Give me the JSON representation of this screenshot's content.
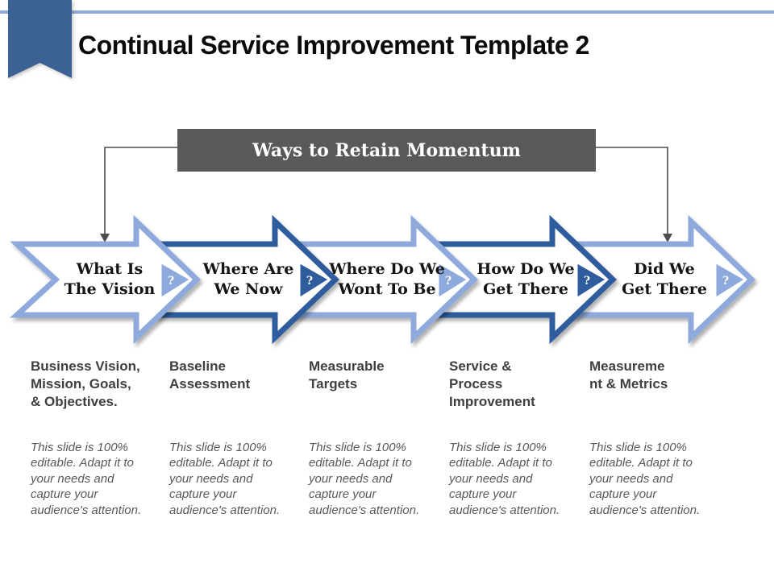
{
  "page": {
    "title": "Continual Service Improvement Template 2",
    "banner_label": "Ways to Retain Momentum"
  },
  "arrows": [
    {
      "label_line1": "What Is",
      "label_line2": "The Vision",
      "question_mark": "?"
    },
    {
      "label_line1": "Where Are",
      "label_line2": "We Now",
      "question_mark": "?"
    },
    {
      "label_line1": "Where Do We",
      "label_line2": "Wont To Be",
      "question_mark": "?"
    },
    {
      "label_line1": "How Do We",
      "label_line2": "Get There",
      "question_mark": "?"
    },
    {
      "label_line1": "Did We",
      "label_line2": "Get There",
      "question_mark": "?"
    }
  ],
  "columns": [
    {
      "heading_lines": [
        "Business Vision,",
        "Mission, Goals,",
        "& Objectives."
      ],
      "body": "This slide is 100% editable. Adapt it to your needs and capture your audience's attention."
    },
    {
      "heading_lines": [
        "Baseline",
        "Assessment"
      ],
      "body": "This slide is 100% editable. Adapt it to your needs and capture your audience's attention."
    },
    {
      "heading_lines": [
        "Measurable",
        "Targets"
      ],
      "body": "This slide is 100% editable. Adapt it to your needs and capture your audience's attention."
    },
    {
      "heading_lines": [
        "Service &",
        "Process",
        "Improvement"
      ],
      "body": "This slide is 100% editable. Adapt it to your needs and capture your audience's attention."
    },
    {
      "heading_lines": [
        "Measureme",
        "nt & Metrics"
      ],
      "body": "This slide is 100% editable. Adapt it to your needs and capture your audience's attention."
    }
  ],
  "colors": {
    "arrow_light": "#8EA9DB",
    "arrow_dark": "#2F5B9D",
    "banner_bg": "#595959",
    "banner_text": "#FFFFFF",
    "ribbon": "#3C6294",
    "top_rule": "#8EA9DB",
    "connector": "#4D4D4D",
    "title_text": "#0A0A0A",
    "arrow_label_text": "#141414",
    "heading_text": "#3F3F3F",
    "body_text": "#595959",
    "question_text": "#FFFFFF"
  }
}
